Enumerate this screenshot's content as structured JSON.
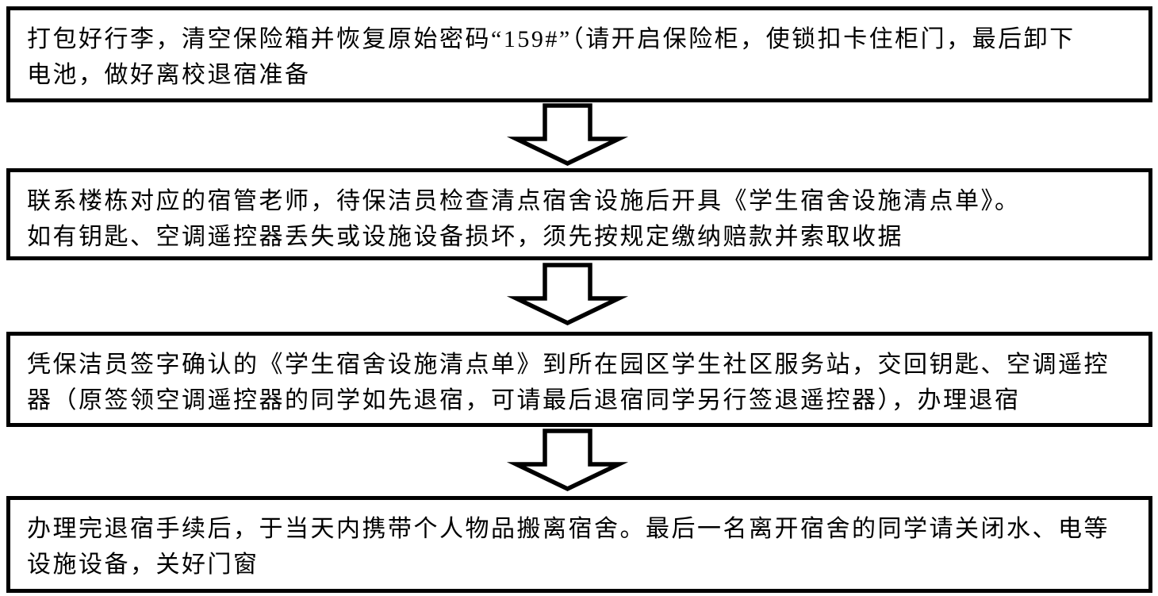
{
  "flowchart": {
    "steps": [
      {
        "lines": [
          "打包好行李，清空保险箱并恢复原始密码“159#”（请开启保险柜，使锁扣卡住柜门，最后卸下",
          "电池，做好离校退宿准备"
        ]
      },
      {
        "lines": [
          "联系楼栋对应的宿管老师，待保洁员检查清点宿舍设施后开具《学生宿舍设施清点单》。",
          "如有钥匙、空调遥控器丢失或设施设备损坏，须先按规定缴纳赔款并索取收据"
        ]
      },
      {
        "lines": [
          "凭保洁员签字确认的《学生宿舍设施清点单》到所在园区学生社区服务站，交回钥匙、空调遥控",
          "器（原签领空调遥控器的同学如先退宿，可请最后退宿同学另行签退遥控器），办理退宿"
        ]
      },
      {
        "lines": [
          "办理完退宿手续后，于当天内携带个人物品搬离宿舍。最后一名离开宿舍的同学请关闭水、电等",
          "设施设备，关好门窗"
        ]
      }
    ],
    "colors": {
      "box_border": "#000000",
      "box_background": "#ffffff",
      "text": "#000000",
      "arrow_fill": "#ffffff",
      "arrow_outline": "#000000"
    }
  }
}
